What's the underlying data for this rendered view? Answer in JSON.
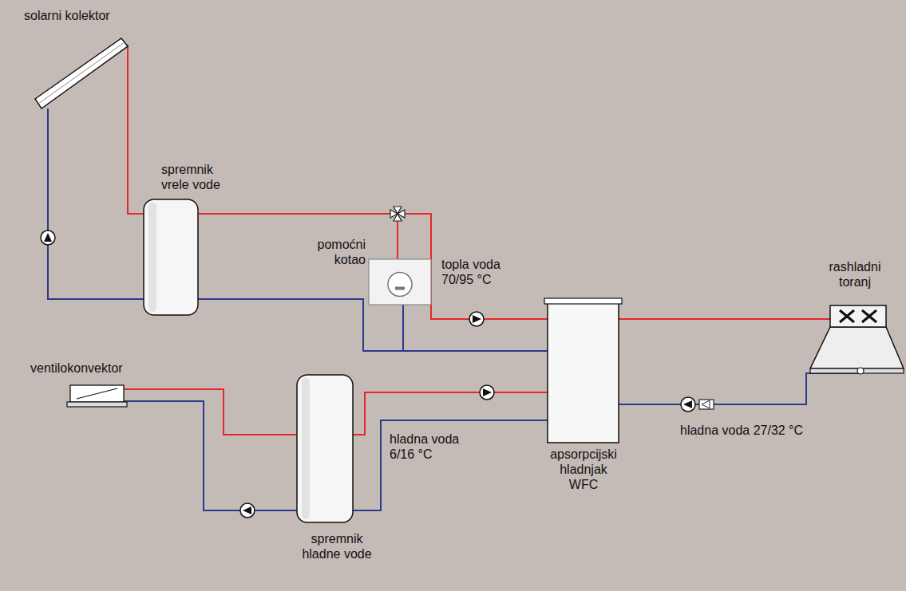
{
  "diagram": {
    "nodes": [
      {
        "text": [
          "solarni kolektor"
        ]
      },
      {
        "text": [
          "spremnik vrele vode"
        ]
      },
      {
        "text": [
          "pomoćni kotao"
        ]
      },
      {
        "text": [
          "rashladni toranj"
        ]
      },
      {
        "text": [
          "apsorpcijski hladnjak WFC"
        ]
      },
      {
        "text": [
          "ventilokonvektor"
        ]
      },
      {
        "text": [
          "spremnik hladne vode"
        ]
      }
    ],
    "edges": [
      {
        "from": 0,
        "to": 1,
        "arrow": "none"
      },
      {
        "from": 1,
        "to": 0,
        "arrow": "none"
      },
      {
        "from": 1,
        "to": 4,
        "label": "topla voda 70/95 °C",
        "arrow": "none"
      },
      {
        "from": 4,
        "to": 1,
        "arrow": "none"
      },
      {
        "from": 2,
        "to": 4,
        "arrow": "none"
      },
      {
        "from": 4,
        "to": 2,
        "arrow": "none"
      },
      {
        "from": 4,
        "to": 3,
        "arrow": "none"
      },
      {
        "from": 3,
        "to": 4,
        "label": "hladna voda 27/32 °C",
        "arrow": "none"
      },
      {
        "from": 4,
        "to": 6,
        "label": "hladna voda 6/16 °C",
        "arrow": "none"
      },
      {
        "from": 6,
        "to": 4,
        "arrow": "none"
      },
      {
        "from": 6,
        "to": 5,
        "arrow": "none"
      },
      {
        "from": 5,
        "to": 6,
        "arrow": "none"
      }
    ]
  }
}
